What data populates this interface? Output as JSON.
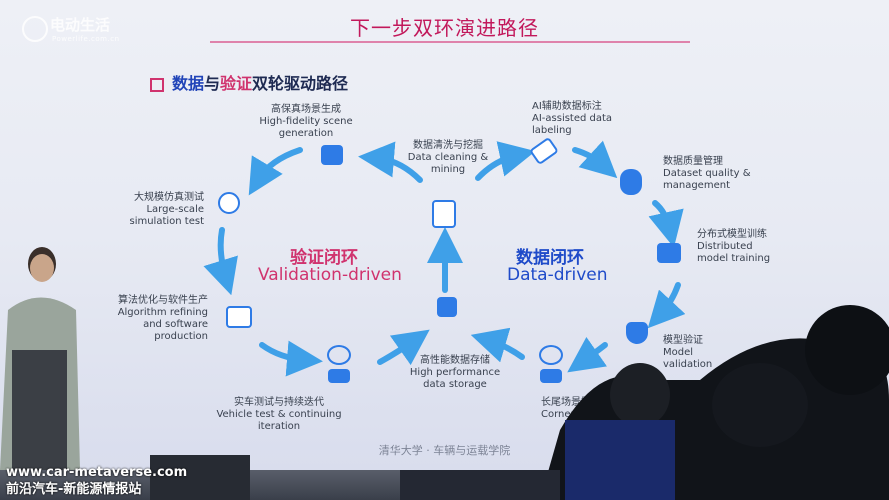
{
  "watermark": {
    "name": "电动生活",
    "sub": "Powerlife.com.cn"
  },
  "slide": {
    "title": "下一步双环演进路径",
    "section": {
      "part1": "数据",
      "part2": "与",
      "part3": "验证",
      "part4": "双轮驱动路径"
    },
    "validation": {
      "cn": "验证闭环",
      "en": "Validation-driven"
    },
    "data": {
      "cn": "数据闭环",
      "en": "Data-driven"
    },
    "nodes": {
      "scene_gen": {
        "cn": "高保真场景生成",
        "en": "High-fidelity scene generation"
      },
      "cleaning": {
        "cn": "数据清洗与挖掘",
        "en": "Data cleaning & mining"
      },
      "labeling": {
        "cn": "AI辅助数据标注",
        "en": "AI-assisted data labeling"
      },
      "quality": {
        "cn": "数据质量管理",
        "en": "Dataset quality & management"
      },
      "training": {
        "cn": "分布式模型训练",
        "en": "Distributed model training"
      },
      "model_val": {
        "cn": "模型验证",
        "en": "Model validation"
      },
      "corner": {
        "cn": "长尾场景数",
        "en": "Corner"
      },
      "storage": {
        "cn": "高性能数据存储",
        "en": "High performance data storage"
      },
      "vehicle": {
        "cn": "实车测试与持续迭代",
        "en": "Vehicle test & continuing iteration"
      },
      "algo": {
        "cn": "算法优化与软件生产",
        "en": "Algorithm refining and software production"
      },
      "sim": {
        "cn": "大规模仿真测试",
        "en": "Large-scale simulation test"
      }
    },
    "footer": "清华大学 · 车辆与运载学院"
  },
  "bottom_watermark": {
    "url": "www.car-metaverse.com",
    "name": "前沿汽车-新能源情报站"
  },
  "colors": {
    "title": "#c2185b",
    "accent_red": "#d0336e",
    "accent_blue": "#1f4bc9",
    "arrow": "#3fa0e8",
    "icon": "#2e7be6"
  }
}
